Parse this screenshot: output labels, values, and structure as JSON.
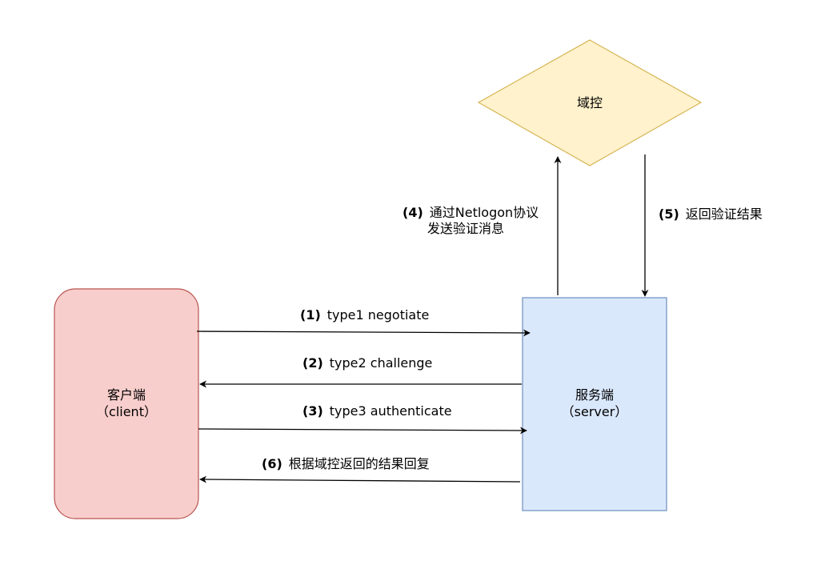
{
  "colors": {
    "client_fill": "#f8cecc",
    "client_stroke": "#b85450",
    "server_fill": "#dae8fc",
    "server_stroke": "#6c8ebf",
    "dc_fill": "#fff2cc",
    "dc_stroke": "#d6b656",
    "arrow": "#000000"
  },
  "nodes": {
    "client": {
      "title": "客户端",
      "subtitle": "（client）"
    },
    "server": {
      "title": "服务端",
      "subtitle": "（server）"
    },
    "dc": {
      "title": "域控"
    }
  },
  "edges": [
    {
      "num": "(1)",
      "text": "type1 negotiate"
    },
    {
      "num": "(2)",
      "text": "type2 challenge"
    },
    {
      "num": "(3)",
      "text": "type3 authenticate"
    },
    {
      "num": "(4)",
      "text": "通过Netlogon协议",
      "text2": "发送验证消息"
    },
    {
      "num": "(5)",
      "text": "返回验证结果"
    },
    {
      "num": "(6)",
      "text": "根据域控返回的结果回复"
    }
  ]
}
